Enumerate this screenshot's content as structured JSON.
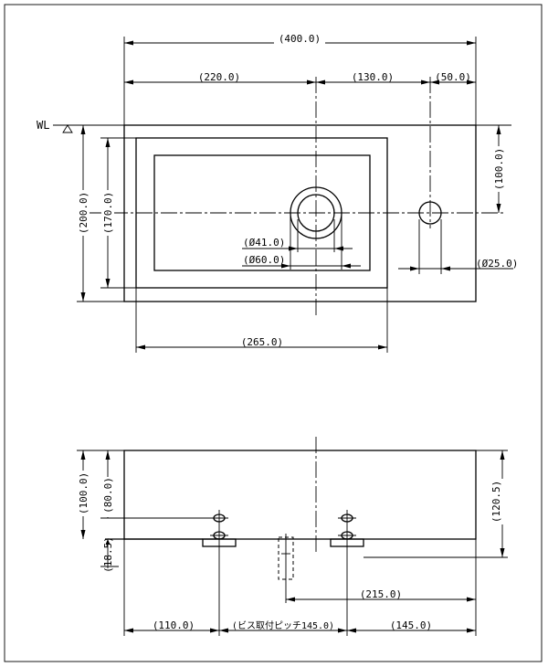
{
  "top_view": {
    "dim_total_width": "(400.0)",
    "dim_left_to_center": "(220.0)",
    "dim_center_to_tap": "(130.0)",
    "dim_tap_to_edge": "(50.0)",
    "water_level": "WL",
    "dim_total_depth": "(200.0)",
    "dim_inner_depth": "(170.0)",
    "dim_tap_from_back": "(100.0)",
    "dim_drain_inner": "(Ø41.0)",
    "dim_drain_outer": "(Ø60.0)",
    "dim_tap_hole": "(Ø25.0)",
    "dim_bowl_width": "(265.0)"
  },
  "front_view": {
    "dim_height": "(100.0)",
    "dim_inner_height": "(80.0)",
    "dim_bracket": "(18.5)",
    "dim_total_height": "(120.5)",
    "dim_drain_to_edge": "(215.0)",
    "dim_left_to_screw": "(110.0)",
    "dim_screw_pitch": "(ビス取付ピッチ145.0)",
    "dim_screw_to_edge": "(145.0)"
  }
}
